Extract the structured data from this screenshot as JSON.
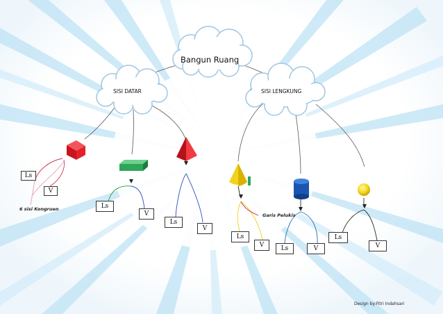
{
  "root": {
    "label": "Bangun Ruang"
  },
  "branches": [
    {
      "label": "SISI DATAR"
    },
    {
      "label": "SISI LENGKUNG"
    }
  ],
  "nodes": [
    {
      "shape": "cube-icon",
      "color": "#e4202b",
      "ls": "Ls",
      "v": "V",
      "note": "6 sisi Kongruen"
    },
    {
      "shape": "cuboid-icon",
      "color": "#2ea65a",
      "ls": "Ls",
      "v": "V"
    },
    {
      "shape": "pyramid-icon",
      "color": "#e8202a",
      "ls": "Ls",
      "v": "V"
    },
    {
      "shape": "cone-icon",
      "color": "#f2d21a",
      "ls": "Ls",
      "v": "V",
      "note": "Garis Pelukis"
    },
    {
      "shape": "cylinder-icon",
      "color": "#1a56b0",
      "ls": "Ls",
      "v": "V"
    },
    {
      "shape": "sphere-icon",
      "color": "#f7d81c",
      "ls": "Ls",
      "v": "V"
    }
  ],
  "credit": "Design by:Fitri Indahsari"
}
